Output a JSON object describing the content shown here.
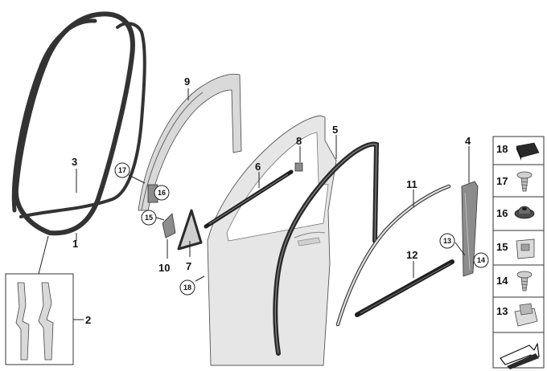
{
  "callouts": {
    "c1": "1",
    "c2": "2",
    "c3": "3",
    "c4": "4",
    "c5": "5",
    "c6": "6",
    "c7": "7",
    "c8": "8",
    "c9": "9",
    "c10": "10",
    "c11": "11",
    "c12": "12"
  },
  "circled_callouts": {
    "c13": "13",
    "c14": "14",
    "c15": "15",
    "c16": "16",
    "c17": "17",
    "c18": "18"
  },
  "legend": [
    "18",
    "17",
    "16",
    "15",
    "14",
    "13"
  ],
  "colors": {
    "outline": "#333333",
    "seal_dark": "#2b2b2b",
    "door_fill": "#e4e4e4",
    "part_grey": "#8c8c8c",
    "legend_border": "#333333"
  }
}
